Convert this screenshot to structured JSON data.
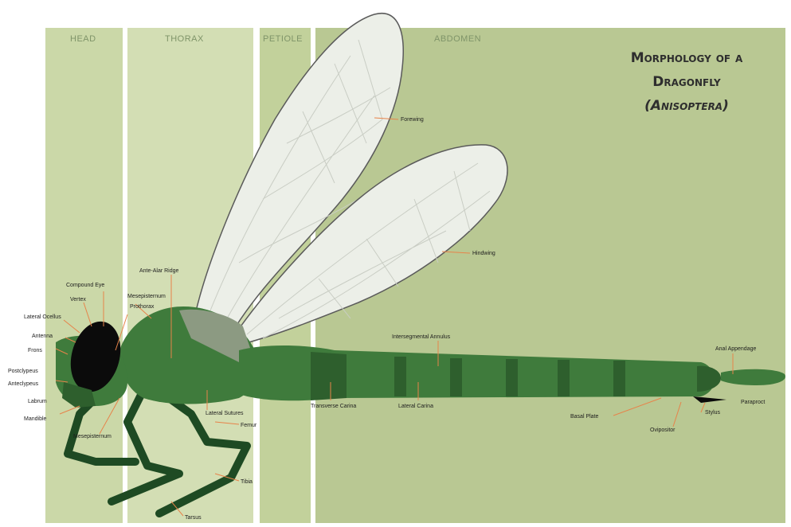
{
  "title": {
    "line1": "Morphology of a",
    "line2": "Dragonfly",
    "line3": "(Anisoptera)"
  },
  "sections": {
    "head": "HEAD",
    "thorax": "THORAX",
    "petiole": "PETIOLE",
    "abdomen": "ABDOMEN"
  },
  "labels": {
    "forewing": "Forewing",
    "hindwing": "Hindwing",
    "ante_alar_ridge": "Ante-Alar Ridge",
    "mesepisternum_top": "Mesepisternum",
    "prothorax": "Prothorax",
    "compound_eye": "Compound Eye",
    "vertex": "Vertex",
    "lateral_ocellus": "Lateral Ocellus",
    "antenna": "Antenna",
    "frons": "Frons",
    "postclypeus": "Postclypeus",
    "anteclypeus": "Anteclypeus",
    "labrum": "Labrum",
    "mandible": "Mandible",
    "mesepisternum_bottom": "Mesepisternum",
    "lateral_sutures": "Lateral Sutures",
    "femur": "Femur",
    "tibia": "Tibia",
    "tarsus": "Tarsus",
    "intersegmental_annulus": "Intersegmental Annulus",
    "transverse_carina": "Transverse Carina",
    "lateral_carina": "Lateral Carina",
    "anal_appendage": "Anal Appendage",
    "basal_plate": "Basal Plate",
    "ovipositor": "Ovipositor",
    "stylus": "Stylus",
    "paraproct": "Paraproct"
  },
  "colors": {
    "head_band": "#cbd8a8",
    "thorax_band": "#d3deb4",
    "petiole_band": "#c2d19b",
    "abdomen_band": "#b9c893",
    "body_green": "#3f7b3c",
    "body_dark": "#1e4a23",
    "eye": "#0b0b0b",
    "wing_fill": "#ecefe8",
    "leader": "#e7834a"
  }
}
